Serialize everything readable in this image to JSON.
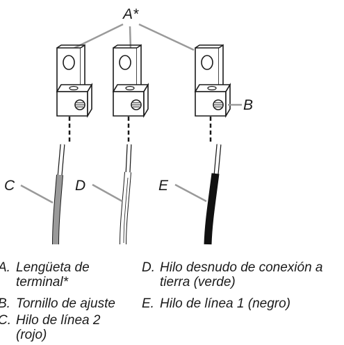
{
  "callouts": {
    "a": "A*",
    "b": "B",
    "c": "C",
    "d": "D",
    "e": "E"
  },
  "legend": [
    {
      "letter": "A.",
      "line1": "Lengüeta de",
      "line2": "terminal*"
    },
    {
      "letter": "B.",
      "line1": "Tornillo de ajuste",
      "line2": ""
    },
    {
      "letter": "C.",
      "line1": "Hilo de línea 2",
      "line2": "(rojo)"
    },
    {
      "letter": "D.",
      "line1": "Hilo desnudo de conexión a",
      "line2": "tierra (verde)"
    },
    {
      "letter": "E.",
      "line1": "Hilo de línea 1 (negro)",
      "line2": ""
    }
  ],
  "colors": {
    "wire_c": "#9a9a9a",
    "wire_d": "#ffffff",
    "wire_e": "#111111",
    "leader": "#9a9a9a",
    "outline": "#1a1a1a"
  }
}
